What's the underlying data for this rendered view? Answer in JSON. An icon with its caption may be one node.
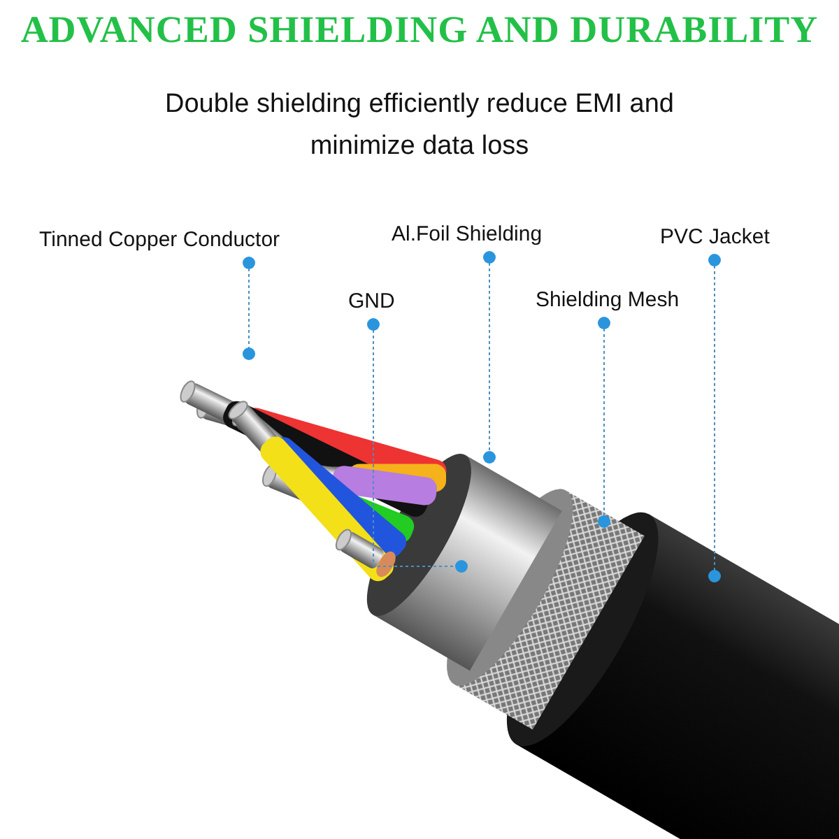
{
  "diagram": {
    "title": "ADVANCED SHIELDING AND DURABILITY",
    "nodes": [
      {
        "text": [
          "Tinned Copper Conductor"
        ]
      },
      {
        "text": [
          "Al.Foil Shielding"
        ]
      },
      {
        "text": [
          "GND"
        ]
      },
      {
        "text": [
          "Shielding Mesh"
        ]
      },
      {
        "text": [
          "PVC Jacket"
        ]
      }
    ],
    "edges": [
      {
        "from": 0,
        "to": null,
        "arrow": "other",
        "style": "dashed"
      },
      {
        "from": 1,
        "to": null,
        "arrow": "other",
        "style": "dashed"
      },
      {
        "from": 2,
        "to": null,
        "arrow": "other",
        "style": "dashed"
      },
      {
        "from": 3,
        "to": null,
        "arrow": "other",
        "style": "dashed"
      },
      {
        "from": 4,
        "to": null,
        "arrow": "other",
        "style": "dashed"
      }
    ],
    "labels": [
      "Double shielding efficiently reduce EMI and minimize data loss"
    ]
  }
}
